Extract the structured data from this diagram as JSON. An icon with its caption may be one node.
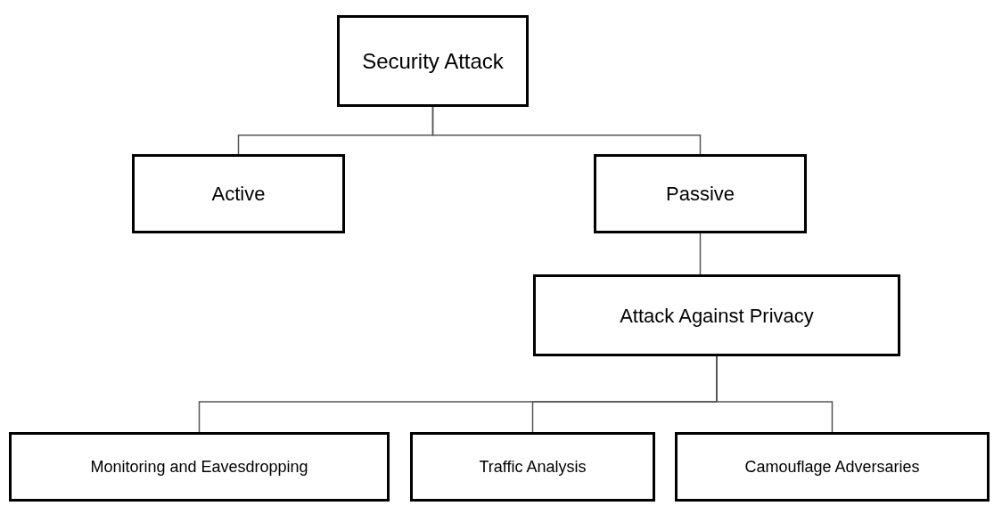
{
  "diagram": {
    "nodes": [
      {
        "text": [
          "Security Attack"
        ]
      },
      {
        "text": [
          "Active"
        ]
      },
      {
        "text": [
          "Passive"
        ]
      },
      {
        "text": [
          "Attack Against Privacy"
        ]
      },
      {
        "text": [
          "Monitoring and Eavesdropping"
        ]
      },
      {
        "text": [
          "Traffic Analysis"
        ]
      },
      {
        "text": [
          "Camouflage Adversaries"
        ]
      }
    ],
    "edges": [
      {
        "from": 0,
        "to": 1,
        "arrow": "none"
      },
      {
        "from": 0,
        "to": 2,
        "arrow": "none"
      },
      {
        "from": 2,
        "to": 3,
        "arrow": "none"
      },
      {
        "from": 3,
        "to": 4,
        "arrow": "none"
      },
      {
        "from": 3,
        "to": 5,
        "arrow": "none"
      },
      {
        "from": 3,
        "to": 6,
        "arrow": "none"
      }
    ]
  }
}
